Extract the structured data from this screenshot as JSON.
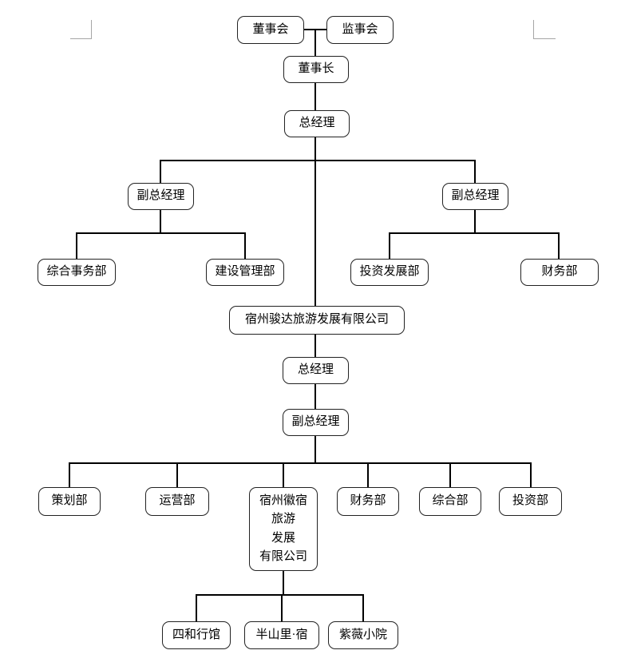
{
  "colors": {
    "background": "#ffffff",
    "connector_line": "#000000",
    "box_border": "#222222",
    "box_fill": "#ffffff",
    "text": "#000000",
    "crop_mark": "#a6a6a6"
  },
  "org_chart": {
    "nodes": {
      "board": "董事会",
      "supervisory": "监事会",
      "chairman": "董事长",
      "gm_top": "总经理",
      "dgm_left": "副总经理",
      "dgm_right": "副总经理",
      "general_affairs_dept": "综合事务部",
      "construction_dept": "建设管理部",
      "investment_dev_dept": "投资发展部",
      "finance_dept_1": "财务部",
      "company_junda": "宿州骏达旅游发展有限公司",
      "gm_junda": "总经理",
      "dgm_junda": "副总经理",
      "planning_dept": "策划部",
      "operations_dept": "运营部",
      "company_huisu": "宿州徽宿\n旅游\n发展\n有限公司",
      "finance_dept_2": "财务部",
      "general_dept": "综合部",
      "investment_dept": "投资部",
      "sihe_guesthouse": "四和行馆",
      "banshanli_su": "半山里·宿",
      "ziwei_courtyard": "紫薇小院"
    },
    "edges": [
      {
        "from": "board",
        "to": "chairman"
      },
      {
        "from": "supervisory",
        "to": "chairman"
      },
      {
        "from": "chairman",
        "to": "gm_top"
      },
      {
        "from": "gm_top",
        "to": "dgm_left"
      },
      {
        "from": "gm_top",
        "to": "dgm_right"
      },
      {
        "from": "gm_top",
        "to": "company_junda"
      },
      {
        "from": "dgm_left",
        "to": "general_affairs_dept"
      },
      {
        "from": "dgm_left",
        "to": "construction_dept"
      },
      {
        "from": "dgm_right",
        "to": "investment_dev_dept"
      },
      {
        "from": "dgm_right",
        "to": "finance_dept_1"
      },
      {
        "from": "company_junda",
        "to": "gm_junda"
      },
      {
        "from": "gm_junda",
        "to": "dgm_junda"
      },
      {
        "from": "dgm_junda",
        "to": "planning_dept"
      },
      {
        "from": "dgm_junda",
        "to": "operations_dept"
      },
      {
        "from": "dgm_junda",
        "to": "company_huisu"
      },
      {
        "from": "dgm_junda",
        "to": "finance_dept_2"
      },
      {
        "from": "dgm_junda",
        "to": "general_dept"
      },
      {
        "from": "dgm_junda",
        "to": "investment_dept"
      },
      {
        "from": "company_huisu",
        "to": "sihe_guesthouse"
      },
      {
        "from": "company_huisu",
        "to": "banshanli_su"
      },
      {
        "from": "company_huisu",
        "to": "ziwei_courtyard"
      }
    ]
  }
}
